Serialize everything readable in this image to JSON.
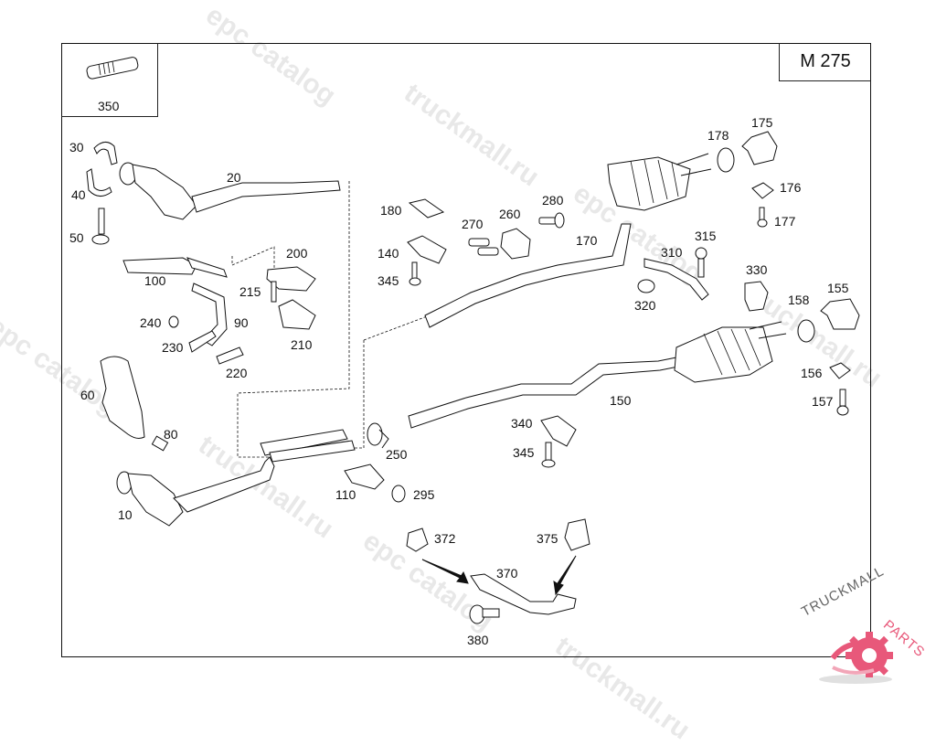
{
  "diagram": {
    "model": "M 275",
    "inset_part": "350",
    "callouts": {
      "p10": "10",
      "p20": "20",
      "p30": "30",
      "p40": "40",
      "p50": "50",
      "p60": "60",
      "p80": "80",
      "p90": "90",
      "p100": "100",
      "p110": "110",
      "p140": "140",
      "p150": "150",
      "p155": "155",
      "p156": "156",
      "p157": "157",
      "p158": "158",
      "p170": "170",
      "p175": "175",
      "p176": "176",
      "p177": "177",
      "p178": "178",
      "p180": "180",
      "p200": "200",
      "p210": "210",
      "p215": "215",
      "p220": "220",
      "p230": "230",
      "p240": "240",
      "p250": "250",
      "p260": "260",
      "p270": "270",
      "p280": "280",
      "p295": "295",
      "p310": "310",
      "p315": "315",
      "p320": "320",
      "p330": "330",
      "p340": "340",
      "p345a": "345",
      "p345b": "345",
      "p370": "370",
      "p372": "372",
      "p375": "375",
      "p380": "380"
    }
  },
  "watermarks": {
    "epc_catalog": "epc catalog",
    "truckmall": "truckmall.ru"
  },
  "logo": {
    "text_dark": "TRUCKMALL",
    "text_accent": "PARTS",
    "accent_color": "#e8587a",
    "dark_color": "#666666"
  }
}
